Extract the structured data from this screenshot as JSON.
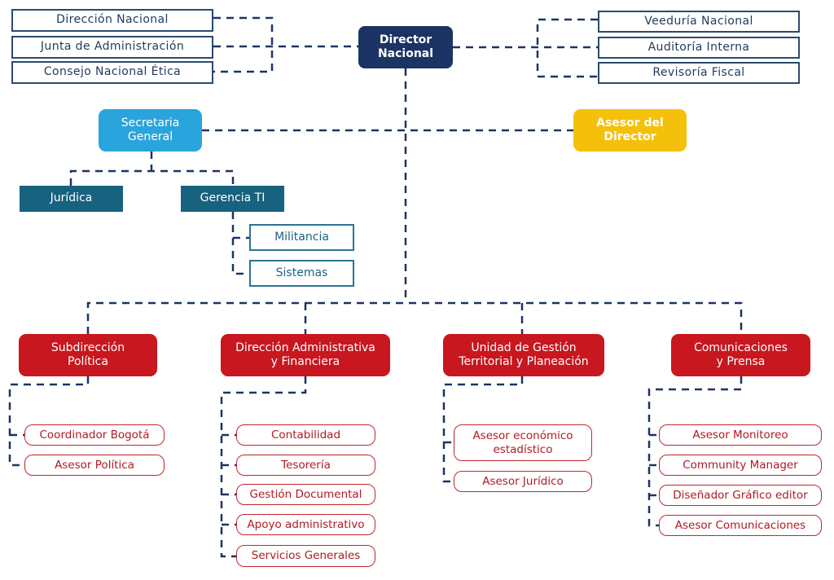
{
  "top_left_boxes": [
    "Dirección Nacional",
    "Junta de Administración",
    "Consejo Nacional Ética"
  ],
  "top_right_boxes": [
    "Veeduría Nacional",
    "Auditoría Interna",
    "Revisoría Fiscal"
  ],
  "director": "Director\nNacional",
  "secretaria": "Secretaria\nGeneral",
  "asesor_director": "Asesor del\nDirector",
  "juridica": "Jurídica",
  "gerencia_ti": "Gerencia TI",
  "ti_children": [
    "Militancia",
    "Sistemas"
  ],
  "departments": [
    {
      "name": "Subdirección\nPolítica",
      "children": [
        "Coordinador Bogotá",
        "Asesor Política"
      ]
    },
    {
      "name": "Dirección Administrativa\ny Financiera",
      "children": [
        "Contabilidad",
        "Tesorería",
        "Gestión Documental",
        "Apoyo administrativo",
        "Servicios Generales"
      ]
    },
    {
      "name": "Unidad de Gestión\nTerritorial y Planeación",
      "children": [
        "Asesor económico\nestadístico",
        "Asesor Jurídico"
      ]
    },
    {
      "name": "Comunicaciones\ny Prensa",
      "children": [
        "Asesor Monitoreo",
        "Community Manager",
        "Diseñador Gráfico editor",
        "Asesor Comunicaciones"
      ]
    }
  ]
}
